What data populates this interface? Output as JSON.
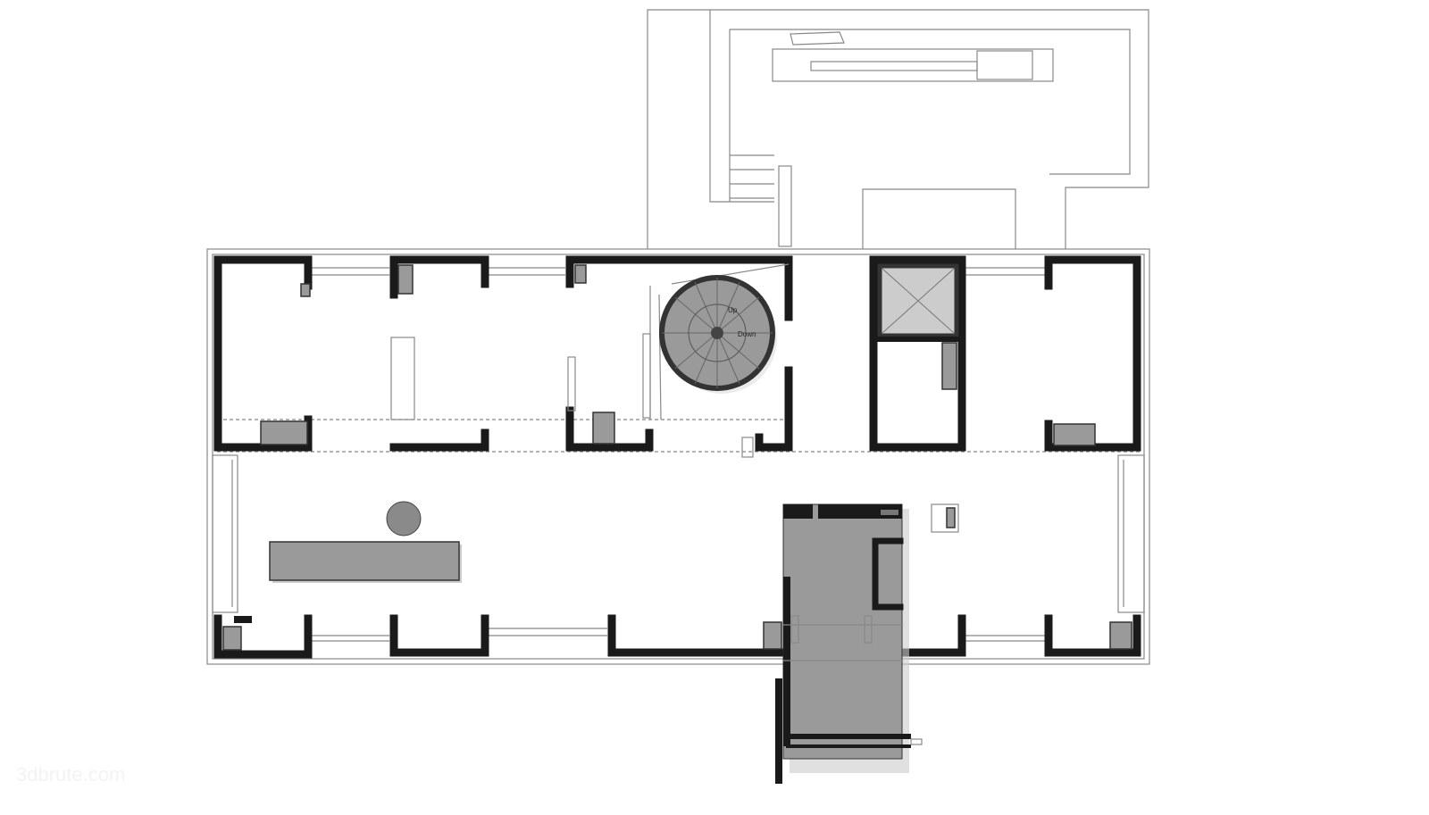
{
  "plan": {
    "stair_labels": {
      "up": "Up",
      "down": "Down"
    },
    "watermark": "3dbrute.com",
    "colors": {
      "wall": "#1a1a1a",
      "fill": "#9a9a9a",
      "line": "#888888"
    }
  }
}
